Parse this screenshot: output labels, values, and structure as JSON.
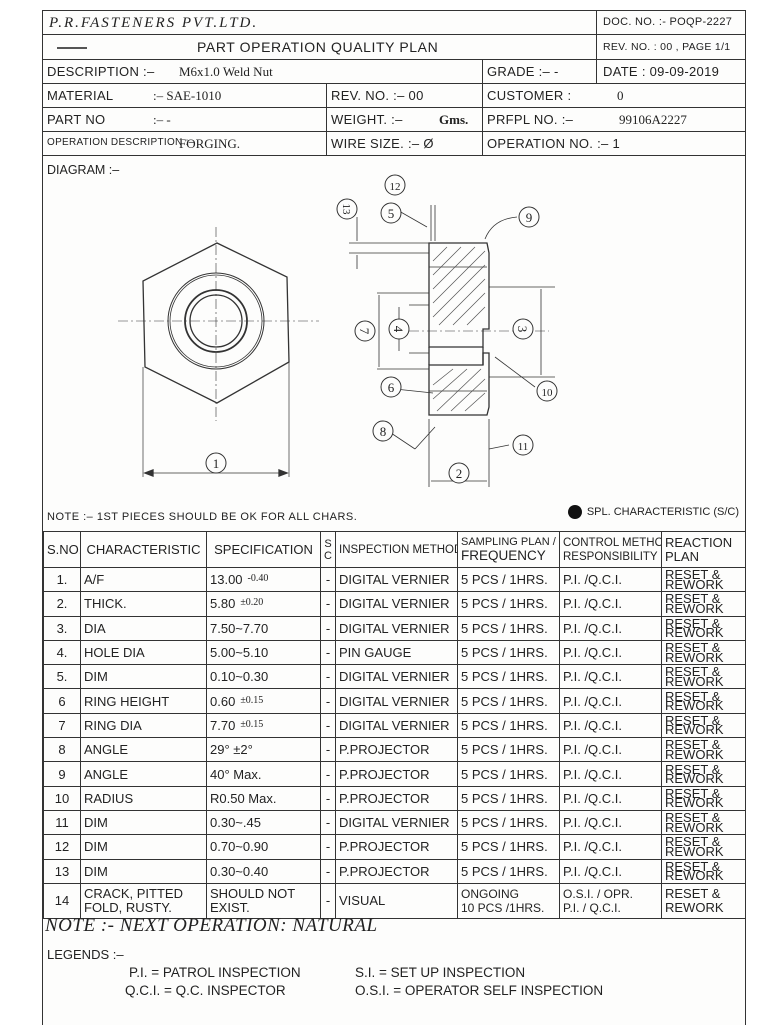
{
  "header": {
    "company": "P.R.FASTENERS PVT.LTD.",
    "doc_no": "DOC. NO. :- POQP-2227",
    "title": "PART OPERATION QUALITY PLAN",
    "rev_page": "REV. NO. : 00 , PAGE 1/1",
    "description_label": "DESCRIPTION :–",
    "description_value": "M6x1.0 Weld Nut",
    "grade": "GRADE :– -",
    "date": "DATE : 09-09-2019",
    "material_label": "MATERIAL",
    "material_value": ":– SAE-1010",
    "rev_no": "REV. NO. :– 00",
    "customer_label": "CUSTOMER :",
    "customer_value": "0",
    "part_no_label": "PART NO",
    "part_no_value": ":– -",
    "weight_label": "WEIGHT. :–",
    "weight_unit": "Gms.",
    "prfpl_label": "PRFPL NO. :–",
    "prfpl_value": "99106A2227",
    "op_desc_label": "OPERATION DESCRIPTION :–",
    "op_desc_value": "FORGING.",
    "wire_size": "WIRE SIZE. :– Ø",
    "op_no": "OPERATION NO. :– 1"
  },
  "diagram": {
    "label": "DIAGRAM :–",
    "callouts": [
      "1",
      "2",
      "3",
      "4",
      "5",
      "6",
      "7",
      "8",
      "9",
      "10",
      "11",
      "12",
      "13"
    ]
  },
  "note_first": "NOTE :– 1ST PIECES SHOULD BE OK FOR ALL CHARS.",
  "spl_characteristic": "SPL. CHARACTERISTIC (S/C)",
  "table": {
    "headers": {
      "sno": "S.NO.",
      "characteristic": "CHARACTERISTIC",
      "specification": "SPECIFICATION",
      "sc_top": "S",
      "sc_bottom": "C",
      "method": "INSPECTION METHOD",
      "sampling_top": "SAMPLING PLAN /",
      "sampling_bottom": "FREQUENCY",
      "control_top": "CONTROL METHOD",
      "control_bottom": "RESPONSIBILITY",
      "reaction_top": "REACTION",
      "reaction_bottom": "PLAN"
    },
    "rows": [
      {
        "sno": "1.",
        "char": "A/F",
        "spec": "13.00",
        "tol": "-0.40",
        "sc": "-",
        "method": "DIGITAL VERNIER",
        "freq": "5 PCS / 1HRS.",
        "resp": "P.I. /Q.C.I.",
        "react1": "RESET &",
        "react2": "REWORK"
      },
      {
        "sno": "2.",
        "char": "THICK.",
        "spec": "5.80",
        "tol": "±0.20",
        "sc": "-",
        "method": "DIGITAL VERNIER",
        "freq": "5 PCS / 1HRS.",
        "resp": "P.I. /Q.C.I.",
        "react1": "RESET &",
        "react2": "REWORK"
      },
      {
        "sno": "3.",
        "char": "DIA",
        "spec": "7.50~7.70",
        "tol": "",
        "sc": "-",
        "method": "DIGITAL VERNIER",
        "freq": "5 PCS / 1HRS.",
        "resp": "P.I. /Q.C.I.",
        "react1": "RESET &",
        "react2": "REWORK"
      },
      {
        "sno": "4.",
        "char": "HOLE DIA",
        "spec": "5.00~5.10",
        "tol": "",
        "sc": "-",
        "method": "PIN GAUGE",
        "freq": "5 PCS / 1HRS.",
        "resp": "P.I. /Q.C.I.",
        "react1": "RESET &",
        "react2": "REWORK"
      },
      {
        "sno": "5.",
        "char": "DIM",
        "spec": "0.10~0.30",
        "tol": "",
        "sc": "-",
        "method": "DIGITAL VERNIER",
        "freq": "5 PCS / 1HRS.",
        "resp": "P.I. /Q.C.I.",
        "react1": "RESET &",
        "react2": "REWORK"
      },
      {
        "sno": "6",
        "char": "RING HEIGHT",
        "spec": "0.60",
        "tol": "±0.15",
        "sc": "-",
        "method": "DIGITAL VERNIER",
        "freq": "5 PCS / 1HRS.",
        "resp": "P.I. /Q.C.I.",
        "react1": "RESET &",
        "react2": "REWORK"
      },
      {
        "sno": "7",
        "char": "RING DIA",
        "spec": "7.70",
        "tol": "±0.15",
        "sc": "-",
        "method": "DIGITAL VERNIER",
        "freq": "5 PCS / 1HRS.",
        "resp": "P.I. /Q.C.I.",
        "react1": "RESET &",
        "react2": "REWORK"
      },
      {
        "sno": "8",
        "char": "ANGLE",
        "spec": "29° ±2°",
        "tol": "",
        "sc": "-",
        "method": "P.PROJECTOR",
        "freq": "5 PCS / 1HRS.",
        "resp": "P.I. /Q.C.I.",
        "react1": "RESET &",
        "react2": "REWORK"
      },
      {
        "sno": "9",
        "char": "ANGLE",
        "spec": "40° Max.",
        "tol": "",
        "sc": "-",
        "method": "P.PROJECTOR",
        "freq": "5 PCS / 1HRS.",
        "resp": "P.I. /Q.C.I.",
        "react1": "RESET &",
        "react2": "REWORK"
      },
      {
        "sno": "10",
        "char": "RADIUS",
        "spec": "R0.50 Max.",
        "tol": "",
        "sc": "-",
        "method": "P.PROJECTOR",
        "freq": "5 PCS / 1HRS.",
        "resp": "P.I. /Q.C.I.",
        "react1": "RESET &",
        "react2": "REWORK"
      },
      {
        "sno": "11",
        "char": "DIM",
        "spec": "0.30~.45",
        "tol": "",
        "sc": "-",
        "method": "DIGITAL VERNIER",
        "freq": "5 PCS / 1HRS.",
        "resp": "P.I. /Q.C.I.",
        "react1": "RESET &",
        "react2": "REWORK"
      },
      {
        "sno": "12",
        "char": "DIM",
        "spec": "0.70~0.90",
        "tol": "",
        "sc": "-",
        "method": "P.PROJECTOR",
        "freq": "5 PCS / 1HRS.",
        "resp": "P.I. /Q.C.I.",
        "react1": "RESET &",
        "react2": "REWORK"
      },
      {
        "sno": "13",
        "char": "DIM",
        "spec": "0.30~0.40",
        "tol": "",
        "sc": "-",
        "method": "P.PROJECTOR",
        "freq": "5 PCS / 1HRS.",
        "resp": "P.I. /Q.C.I.",
        "react1": "RESET &",
        "react2": "REWORK"
      }
    ],
    "last_row": {
      "sno": "14",
      "char1": "CRACK, PITTED",
      "char2": "FOLD, RUSTY.",
      "spec1": "SHOULD NOT",
      "spec2": "EXIST.",
      "sc": "-",
      "method": "VISUAL",
      "freq1": "ONGOING",
      "freq2": "10 PCS /1HRS.",
      "resp1": "O.S.I. / OPR.",
      "resp2": "P.I. / Q.C.I.",
      "react1": "RESET &",
      "react2": "REWORK"
    }
  },
  "note_next": "NOTE :- NEXT OPERATION: NATURAL",
  "legends": {
    "label": "LEGENDS :–",
    "pi": "P.I. = PATROL INSPECTION",
    "si": "S.I. = SET UP INSPECTION",
    "qci": "Q.C.I. = Q.C. INSPECTOR",
    "osi": "O.S.I. = OPERATOR SELF INSPECTION"
  }
}
